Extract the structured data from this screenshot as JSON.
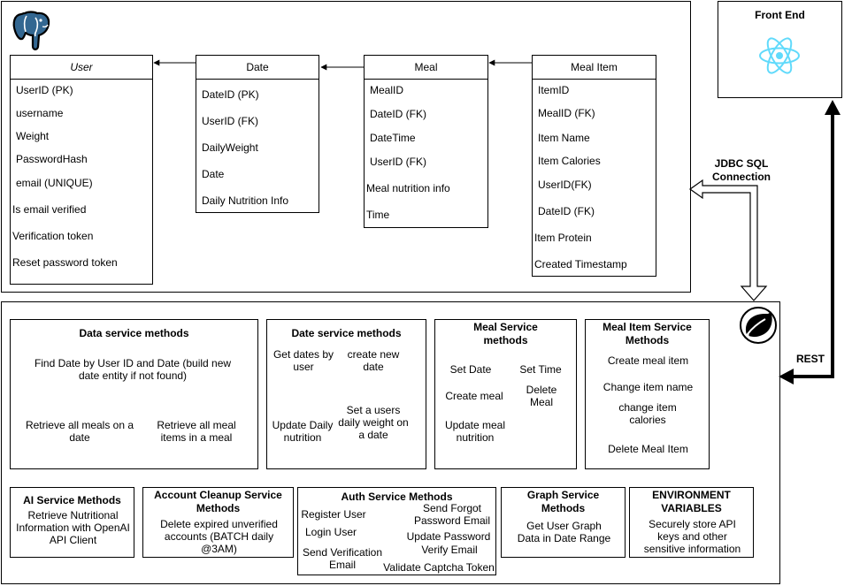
{
  "tables": {
    "user": {
      "title": "User",
      "fields": [
        "UserID (PK)",
        "username",
        "Weight",
        "PasswordHash",
        "email (UNIQUE)",
        "Is email verified",
        "Verification token",
        "Reset password token"
      ]
    },
    "date": {
      "title": "Date",
      "fields": [
        "DateID (PK)",
        "UserID (FK)",
        "DailyWeight",
        "Date",
        "Daily Nutrition Info"
      ]
    },
    "meal": {
      "title": "Meal",
      "fields": [
        "MealID",
        "DateID (FK)",
        "DateTime",
        "UserID (FK)",
        "Meal nutrition info",
        "Time"
      ]
    },
    "meal_item": {
      "title": "Meal Item",
      "fields": [
        "ItemID",
        "MealID (FK)",
        "Item Name",
        "Item Calories",
        "UserID(FK)",
        "DateID (FK)",
        "Item Protein",
        "Created Timestamp"
      ]
    }
  },
  "frontend": {
    "title": "Front End",
    "icon": "react-logo-icon"
  },
  "labels": {
    "jdbc": "JDBC SQL Connection",
    "rest": "REST"
  },
  "services": {
    "data": {
      "title": "Data service methods",
      "items": [
        "Find Date by User ID and Date (build new date entity if not found)",
        "Retrieve all meals on a date",
        "Retrieve all meal items in a meal"
      ]
    },
    "date": {
      "title": "Date service methods",
      "items": [
        "Get dates by user",
        "create new date",
        "Update Daily nutrition",
        "Set a users daily weight on a date"
      ]
    },
    "meal": {
      "title": "Meal Service methods",
      "items": [
        "Set Date",
        "Set Time",
        "Create meal",
        "Delete Meal",
        "Update meal nutrition"
      ]
    },
    "meal_item": {
      "title": "Meal Item Service Methods",
      "items": [
        "Create meal item",
        "Change item name",
        "change item calories",
        "Delete Meal Item"
      ]
    },
    "ai": {
      "title": "AI Service Methods",
      "items": [
        "Retrieve Nutritional Information with OpenAI API Client"
      ]
    },
    "cleanup": {
      "title": "Account Cleanup Service Methods",
      "items": [
        "Delete expired unverified accounts (BATCH daily @3AM)"
      ]
    },
    "auth": {
      "title": "Auth Service Methods",
      "items": [
        "Register User",
        "Send Forgot Password Email",
        "Login User",
        "Update Password",
        "Send Verification Email",
        "Verify Email",
        "Validate Captcha Token"
      ]
    },
    "graph": {
      "title": "Graph Service Methods",
      "items": [
        "Get User Graph Data in Date Range"
      ]
    },
    "env": {
      "title": "ENVIRONMENT VARIABLES",
      "items": [
        "Securely store API keys and other sensitive information"
      ]
    }
  },
  "colors": {
    "react": "#61DAFB",
    "postgres": "#336791"
  },
  "icons": {
    "database": "postgresql-elephant-icon",
    "backend": "spring-leaf-icon"
  }
}
